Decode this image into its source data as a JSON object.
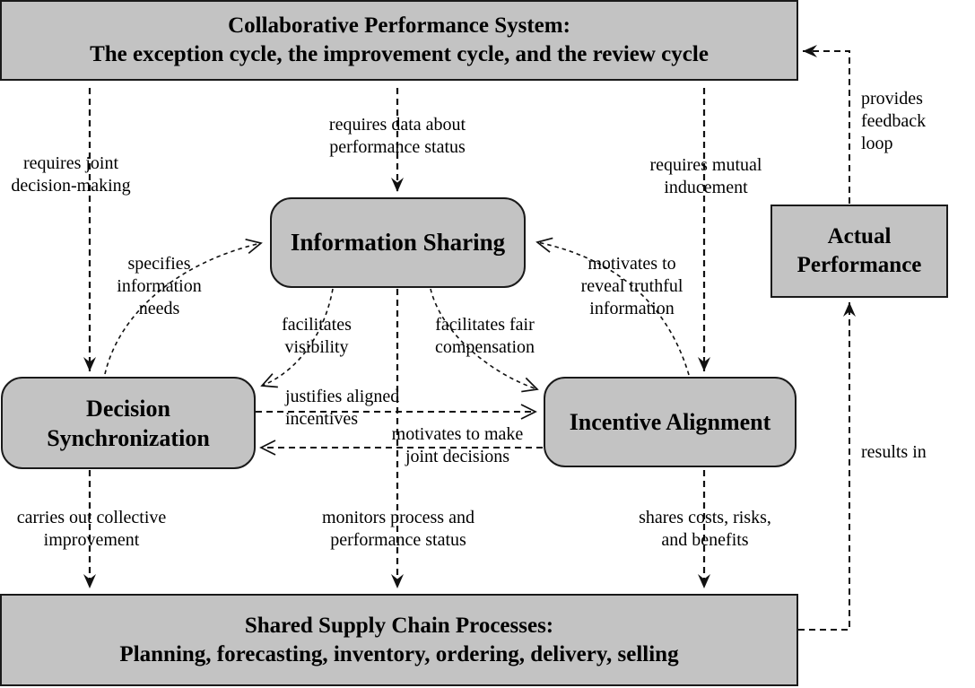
{
  "colors": {
    "box_fill": "#c3c3c3",
    "box_border": "#1a1a1a",
    "background": "#ffffff",
    "line": "#111111"
  },
  "boxes": {
    "collaborative_performance_system": {
      "title": "Collaborative Performance System:",
      "subtitle": "The exception cycle, the improvement cycle, and the review cycle"
    },
    "information_sharing": {
      "title": "Information Sharing"
    },
    "decision_synchronization": {
      "title": "Decision Synchronization"
    },
    "incentive_alignment": {
      "title": "Incentive Alignment"
    },
    "actual_performance": {
      "title": "Actual Performance"
    },
    "shared_supply_chain_processes": {
      "title": "Shared Supply Chain Processes:",
      "subtitle": "Planning, forecasting, inventory, ordering, delivery, selling"
    }
  },
  "edge_labels": {
    "requires_joint": "requires joint\ndecision-making",
    "requires_data": "requires data about\nperformance status",
    "requires_mutual": "requires mutual\ninducement",
    "provides_feedback": "provides\nfeedback\nloop",
    "specifies_information": "specifies\ninformation\nneeds",
    "facilitates_visibility": "facilitates\nvisibility",
    "facilitates_fair": "facilitates fair\ncompensation",
    "motivates_reveal": "motivates to\nreveal truthful\ninformation",
    "justifies_aligned": "justifies aligned\nincentives",
    "motivates_joint": "motivates to make\njoint decisions",
    "carries_out": "carries out collective\nimprovement",
    "monitors_process": "monitors process and\nperformance status",
    "shares_costs": "shares costs, risks,\nand benefits",
    "results_in": "results in"
  }
}
